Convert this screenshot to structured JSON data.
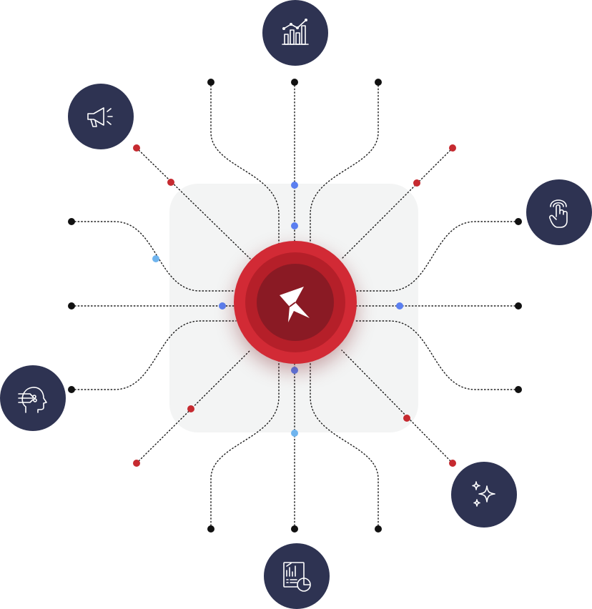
{
  "diagram": {
    "hub": {
      "logo_icon": "brand-arrow-logo-icon"
    },
    "nodes": [
      {
        "id": "analytics",
        "icon": "bar-chart-analytics-icon"
      },
      {
        "id": "marketing",
        "icon": "megaphone-icon"
      },
      {
        "id": "interaction",
        "icon": "hand-pointer-touch-icon"
      },
      {
        "id": "ai",
        "icon": "ai-head-brain-icon"
      },
      {
        "id": "magic",
        "icon": "sparkles-icon"
      },
      {
        "id": "reports",
        "icon": "report-dashboard-icon"
      }
    ],
    "colors": {
      "background": "#ffffff",
      "panel": "#f3f4f4",
      "node_fill": "#2e3352",
      "hub_outer": "#d22a35",
      "hub_ring": "#b51f29",
      "hub_core": "#8a1a24",
      "wire": "#1a1a1a",
      "endpoint_dot": "#111111",
      "red_dot": "#c62a30",
      "blue_dot": "#5b7ff0",
      "light_blue_dot": "#6fb4ee"
    }
  }
}
